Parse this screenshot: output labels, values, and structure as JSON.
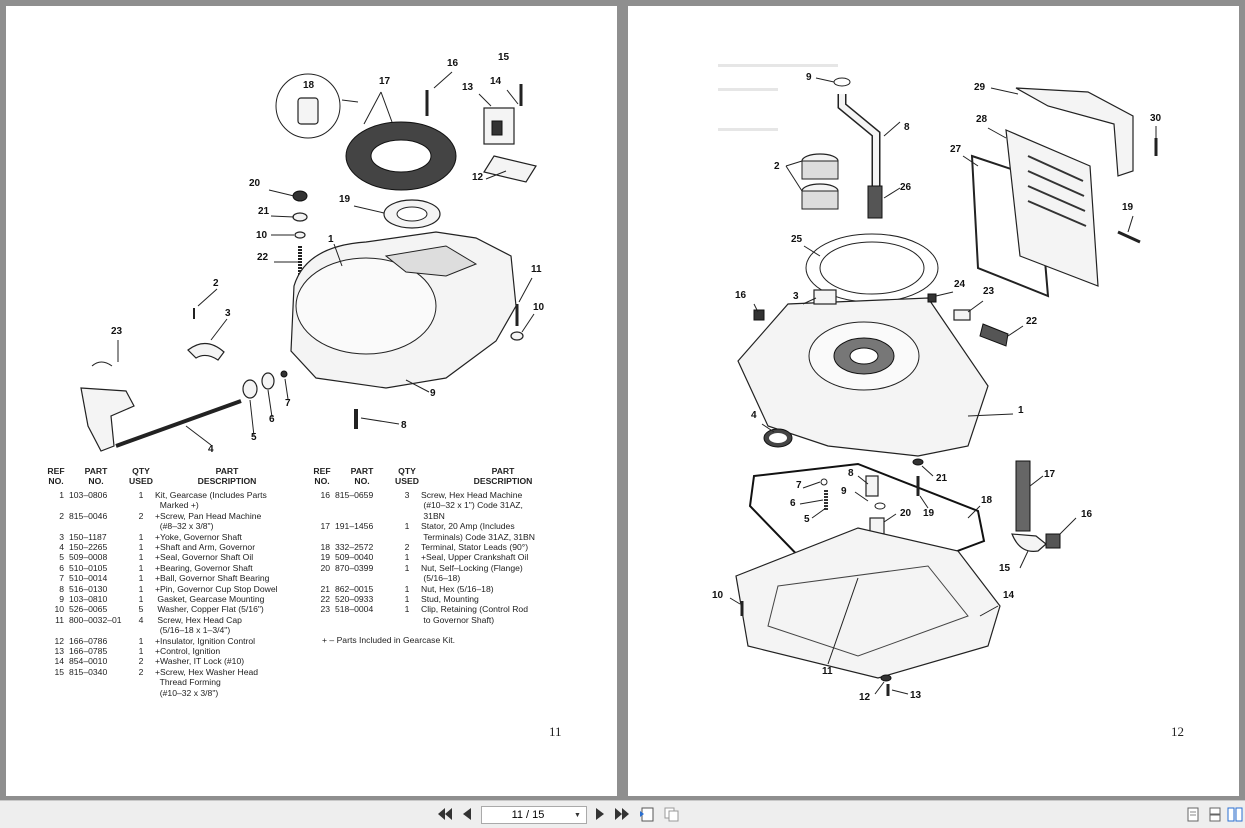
{
  "left_page": {
    "page_number": "11",
    "headers": {
      "ref": "REF\nNO.",
      "part_no": "PART\nNO.",
      "qty": "QTY\nUSED",
      "desc": "PART\nDESCRIPTION"
    },
    "callouts": [
      "1",
      "2",
      "3",
      "4",
      "5",
      "6",
      "7",
      "8",
      "9",
      "10",
      "11",
      "12",
      "13",
      "14",
      "15",
      "16",
      "17",
      "18",
      "19",
      "20",
      "21",
      "22",
      "23"
    ],
    "parts_col1": [
      {
        "ref": "1",
        "part": "103–0806",
        "qty": "1",
        "desc": "Kit, Gearcase (Includes Parts\n  Marked +)"
      },
      {
        "ref": "2",
        "part": "815–0046",
        "qty": "2",
        "desc": "+Screw, Pan Head Machine\n  (#8–32 x 3/8\")"
      },
      {
        "ref": "3",
        "part": "150–1187",
        "qty": "1",
        "desc": "+Yoke, Governor Shaft"
      },
      {
        "ref": "4",
        "part": "150–2265",
        "qty": "1",
        "desc": "+Shaft and Arm, Governor"
      },
      {
        "ref": "5",
        "part": "509–0008",
        "qty": "1",
        "desc": "+Seal, Governor Shaft Oil"
      },
      {
        "ref": "6",
        "part": "510–0105",
        "qty": "1",
        "desc": "+Bearing, Governor Shaft"
      },
      {
        "ref": "7",
        "part": "510–0014",
        "qty": "1",
        "desc": "+Ball, Governor Shaft Bearing"
      },
      {
        "ref": "8",
        "part": "516–0130",
        "qty": "1",
        "desc": "+Pin, Governor Cup Stop Dowel"
      },
      {
        "ref": "9",
        "part": "103–0810",
        "qty": "1",
        "desc": " Gasket, Gearcase Mounting"
      },
      {
        "ref": "10",
        "part": "526–0065",
        "qty": "5",
        "desc": " Washer, Copper Flat (5/16\")"
      },
      {
        "ref": "11",
        "part": "800–0032–01",
        "qty": "4",
        "desc": " Screw, Hex Head Cap\n  (5/16–18 x 1–3/4\")"
      },
      {
        "ref": "12",
        "part": "166–0786",
        "qty": "1",
        "desc": "+Insulator, Ignition Control"
      },
      {
        "ref": "13",
        "part": "166–0785",
        "qty": "1",
        "desc": "+Control, Ignition"
      },
      {
        "ref": "14",
        "part": "854–0010",
        "qty": "2",
        "desc": "+Washer, IT Lock (#10)"
      },
      {
        "ref": "15",
        "part": "815–0340",
        "qty": "2",
        "desc": "+Screw, Hex Washer Head\n  Thread Forming\n  (#10–32 x 3/8\")"
      }
    ],
    "parts_col2": [
      {
        "ref": "16",
        "part": "815–0659",
        "qty": "3",
        "desc": "Screw, Hex Head Machine\n (#10–32 x 1\") Code 31AZ,\n 31BN"
      },
      {
        "ref": "17",
        "part": "191–1456",
        "qty": "1",
        "desc": "Stator, 20 Amp (Includes\n Terminals) Code 31AZ, 31BN"
      },
      {
        "ref": "18",
        "part": "332–2572",
        "qty": "2",
        "desc": "Terminal, Stator Leads (90°)"
      },
      {
        "ref": "19",
        "part": "509–0040",
        "qty": "1",
        "desc": "+Seal, Upper Crankshaft Oil"
      },
      {
        "ref": "20",
        "part": "870–0399",
        "qty": "1",
        "desc": "Nut, Self–Locking (Flange)\n (5/16–18)"
      },
      {
        "ref": "21",
        "part": "862–0015",
        "qty": "1",
        "desc": "Nut, Hex (5/16–18)"
      },
      {
        "ref": "22",
        "part": "520–0933",
        "qty": "1",
        "desc": "Stud, Mounting"
      },
      {
        "ref": "23",
        "part": "518–0004",
        "qty": "1",
        "desc": "Clip, Retaining (Control Rod\n to Governor Shaft)"
      }
    ],
    "footnote": "+ – Parts Included in Gearcase Kit."
  },
  "right_page": {
    "page_number": "12",
    "callouts": [
      "1",
      "2",
      "3",
      "4",
      "5",
      "6",
      "7",
      "8",
      "9",
      "10",
      "11",
      "12",
      "13",
      "14",
      "15",
      "16",
      "17",
      "18",
      "19",
      "20",
      "21",
      "22",
      "23",
      "24",
      "25",
      "26",
      "27",
      "28",
      "29",
      "30"
    ]
  },
  "toolbar": {
    "page_indicator": "11 / 15",
    "icons": [
      "first-page-icon",
      "prev-page-icon",
      "next-page-icon",
      "last-page-icon",
      "fit-page-icon",
      "fit-width-icon",
      "single-page-icon",
      "continuous-page-icon",
      "two-page-icon"
    ]
  }
}
